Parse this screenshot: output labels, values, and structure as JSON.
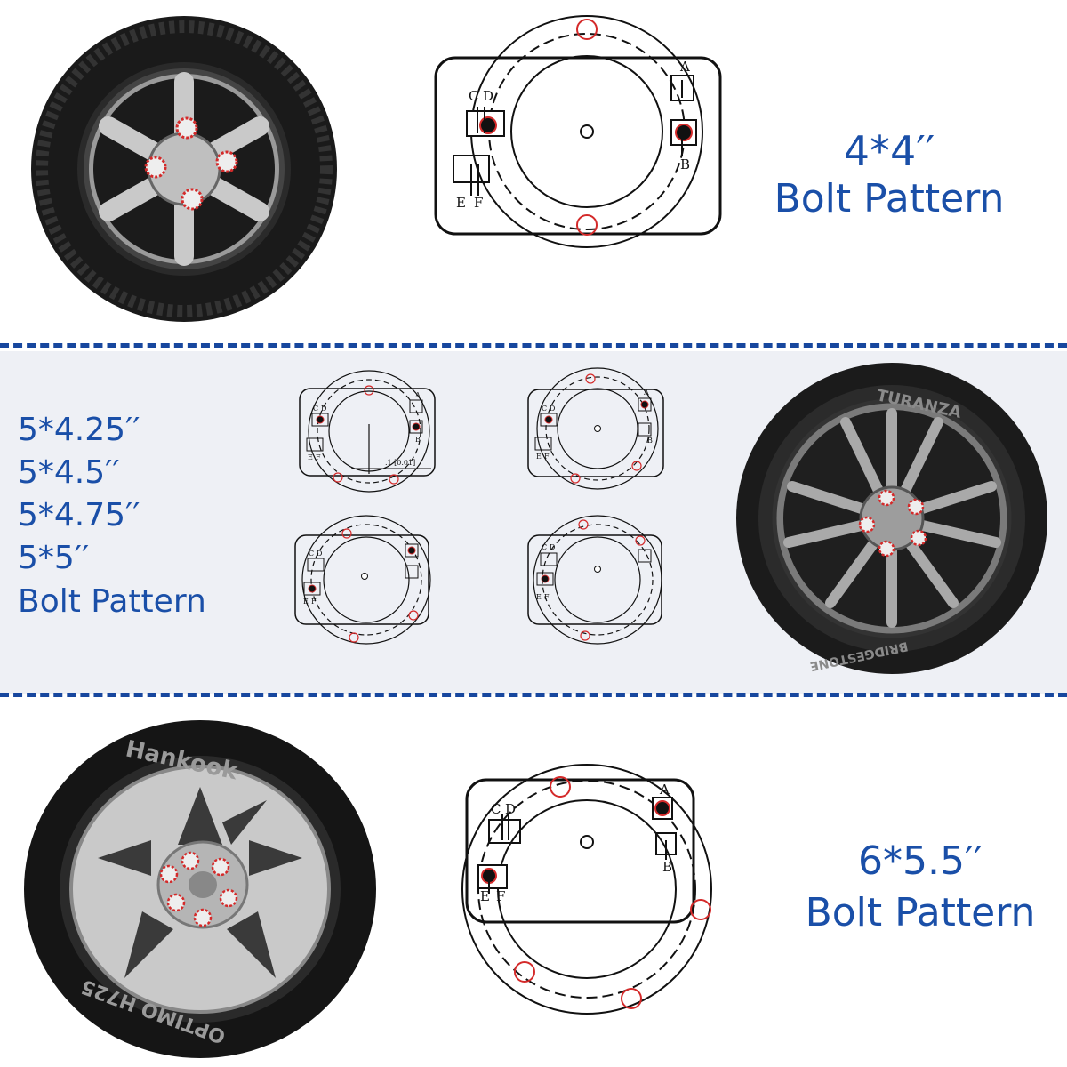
{
  "sections": [
    {
      "id": "four-by-four",
      "label_line1": "4*4′′",
      "label_line2": "Bolt Pattern",
      "tire_brand": "",
      "template_letters": [
        "A",
        "B",
        "C",
        "D",
        "E",
        "F"
      ]
    },
    {
      "id": "five-lug",
      "label_lines": [
        "5*4.25′′",
        "5*4.5′′",
        "5*4.75′′",
        "5*5′′",
        "Bolt Pattern"
      ],
      "tire_brand": "TURANZA",
      "tire_maker": "BRIDGESTONE",
      "dimension_text": ".1 [0.01]",
      "template_letters": [
        "A",
        "B",
        "C",
        "D",
        "E",
        "F"
      ]
    },
    {
      "id": "six-by-five-five",
      "label_line1": "6*5.5′′",
      "label_line2": "Bolt Pattern",
      "tire_brand": "Hankook",
      "tire_model": "OPTIMO H725",
      "template_letters": [
        "A",
        "B",
        "C",
        "D",
        "E",
        "F"
      ]
    }
  ],
  "colors": {
    "accent": "#1a4fa8",
    "divider": "#17479e",
    "marker": "#d42a2a",
    "line": "#111111"
  }
}
